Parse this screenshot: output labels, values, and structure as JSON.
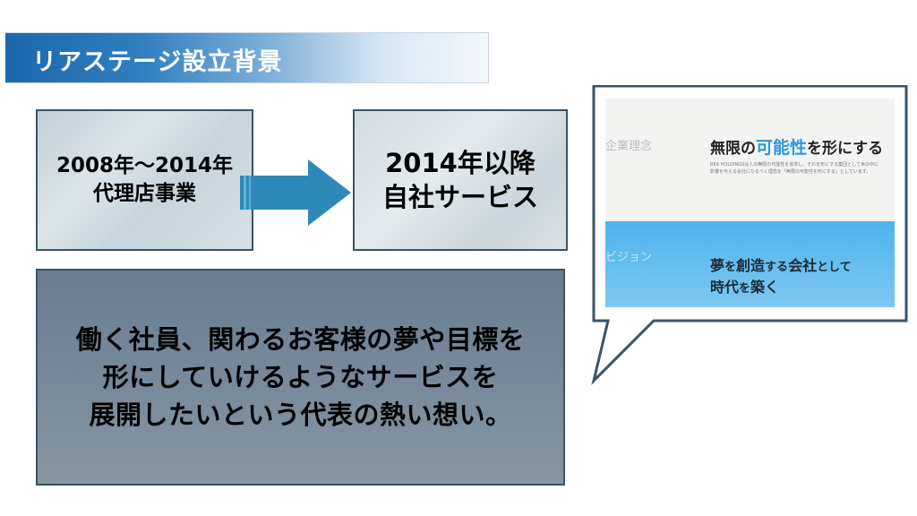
{
  "title": "リアステージ設立背景",
  "left_box": {
    "line1": "2008年～2014年",
    "line2": "代理店事業"
  },
  "right_box": {
    "line1": "2014年以降",
    "line2": "自社サービス"
  },
  "bottom_box": {
    "line1": "働く社員、関わるお客様の夢や目標を",
    "line2": "形にしていけるようなサービスを",
    "line3": "展開したいという代表の熱い想い。"
  },
  "callout": {
    "concept_label": "企業理念",
    "concept_head_a": "無限の",
    "concept_head_b": "可能性",
    "concept_head_c": "を形にする",
    "concept_desc": "REA HOLDINGSは人の無限の可能性を追求し、それを形にする集団として世の中に影響を与える会社になるべく理念を「無限の可能性を形にする」としています。",
    "vision_label": "ビジョン",
    "vision_head_a": "夢",
    "vision_head_b": "を",
    "vision_head_c": "創造",
    "vision_head_d": "する",
    "vision_head_e": "会社",
    "vision_head_f": "として",
    "vision_head_g": "時代",
    "vision_head_h": "を",
    "vision_head_i": "築く"
  },
  "colors": {
    "title_blue": "#1b67ad",
    "arrow": "#2e89b8",
    "callout_border": "#3b5366",
    "vision_blue": "#4fb3ec",
    "highlight": "#2b98d8"
  }
}
